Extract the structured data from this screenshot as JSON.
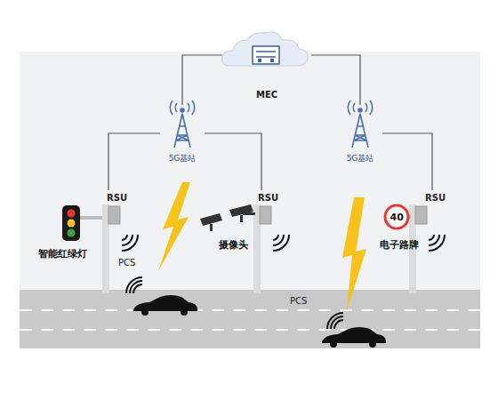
{
  "diagram": {
    "nodes": [
      {
        "text": [
          "MEC"
        ]
      },
      {
        "text": [
          "5G基站"
        ]
      },
      {
        "text": [
          "5G基站"
        ]
      },
      {
        "text": [
          "RSU"
        ]
      },
      {
        "text": [
          "RSU"
        ]
      },
      {
        "text": [
          "RSU"
        ]
      },
      {
        "text": [
          "智能红绿灯"
        ]
      },
      {
        "text": [
          "摄像头"
        ]
      },
      {
        "text": [
          "电子路牌"
        ]
      }
    ],
    "edges": [
      {
        "from": 0,
        "to": 1,
        "arrow": "none"
      },
      {
        "from": 0,
        "to": 2,
        "arrow": "none"
      },
      {
        "from": 1,
        "to": 3,
        "arrow": "none"
      },
      {
        "from": 1,
        "to": 4,
        "arrow": "none"
      },
      {
        "from": 2,
        "to": 5,
        "arrow": "none"
      }
    ],
    "labels": [
      "40",
      "PCS",
      "PCS"
    ]
  }
}
